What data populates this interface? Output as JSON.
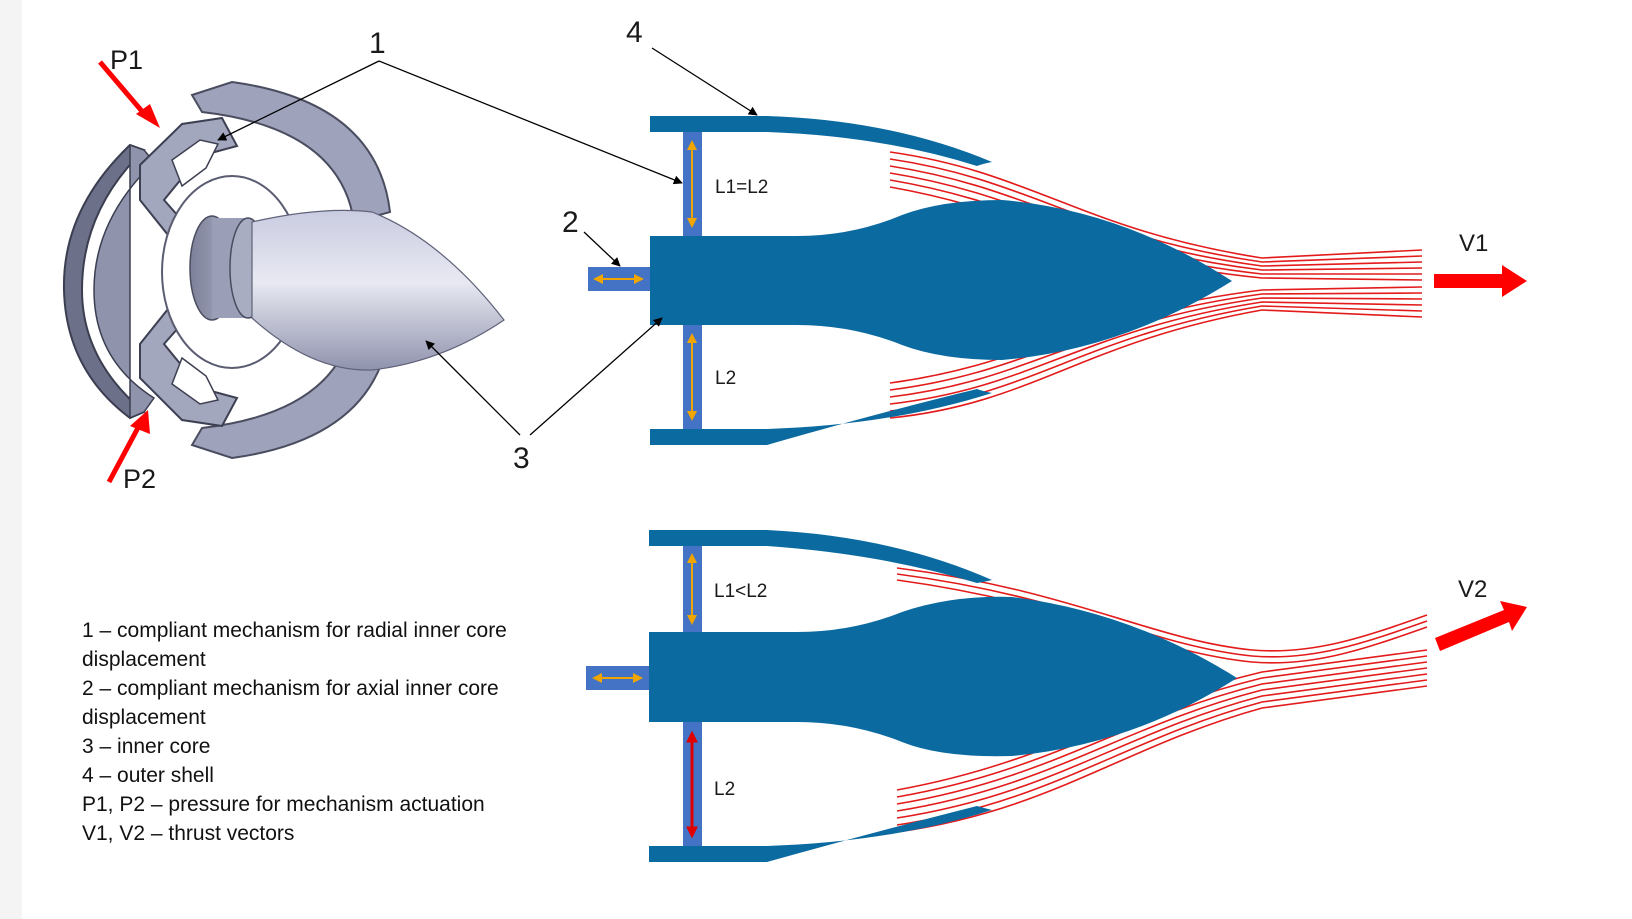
{
  "callouts": {
    "n1": "1",
    "n2": "2",
    "n3": "3",
    "n4": "4",
    "p1": "P1",
    "p2": "P2"
  },
  "nozzle_top": {
    "dim_upper": "L1=L2",
    "dim_lower": "L2",
    "thrust": "V1"
  },
  "nozzle_bottom": {
    "dim_upper": "L1<L2",
    "dim_lower": "L2",
    "thrust": "V2"
  },
  "legend": [
    "1 – compliant mechanism for radial inner core displacement",
    "2 – compliant mechanism for axial inner core displacement",
    "3 – inner core",
    "4 – outer shell",
    "P1, P2 – pressure for mechanism actuation",
    "V1, V2 – thrust vectors"
  ],
  "colors": {
    "nozzle_blue": "#0b6aa0",
    "link_blue": "#4472c4",
    "streamline_red": "#e31b1b",
    "arrow_red": "#ff0000",
    "dimension_arrow": "#f0a500",
    "metal_gray": "#8e93ab"
  }
}
